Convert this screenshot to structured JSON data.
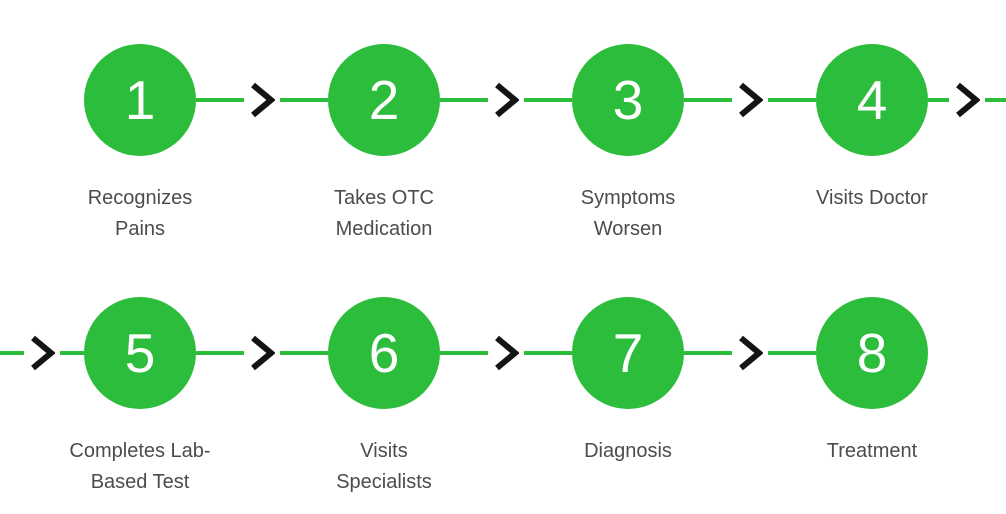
{
  "colors": {
    "circle_green": "#2cbd3c",
    "line_green": "#2cbd3c",
    "arrow_black": "#141414",
    "label_gray": "#4c4c4e",
    "number_white": "#ffffff"
  },
  "steps": [
    {
      "number": "1",
      "label": "Recognizes Pains",
      "lines": [
        "Recognizes",
        "Pains"
      ]
    },
    {
      "number": "2",
      "label": "Takes OTC Medication",
      "lines": [
        "Takes OTC",
        "Medication"
      ]
    },
    {
      "number": "3",
      "label": "Symptoms Worsen",
      "lines": [
        "Symptoms",
        "Worsen"
      ]
    },
    {
      "number": "4",
      "label": "Visits Doctor",
      "lines": [
        "Visits Doctor"
      ]
    },
    {
      "number": "5",
      "label": "Completes Lab-Based Test",
      "lines": [
        "Completes Lab-",
        "Based Test"
      ]
    },
    {
      "number": "6",
      "label": "Visits Specialists",
      "lines": [
        "Visits",
        "Specialists"
      ]
    },
    {
      "number": "7",
      "label": "Diagnosis",
      "lines": [
        "Diagnosis"
      ]
    },
    {
      "number": "8",
      "label": "Treatment",
      "lines": [
        "Treatment"
      ]
    }
  ]
}
